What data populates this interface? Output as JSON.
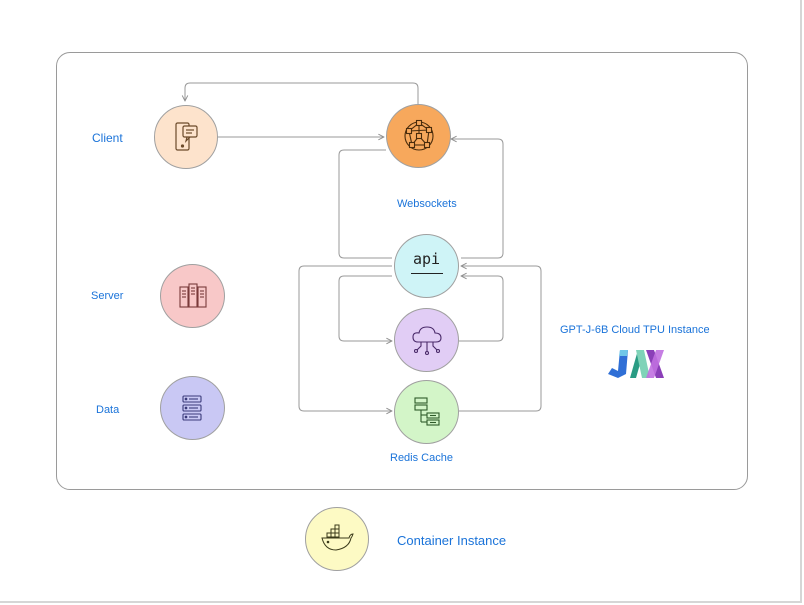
{
  "labels": {
    "client": "Client",
    "websockets": "Websockets",
    "server": "Server",
    "data": "Data",
    "redis": "Redis Cache",
    "tpu": "GPT-J-6B Cloud TPU Instance",
    "container": "Container Instance"
  },
  "api_node": {
    "text": "api"
  },
  "logo": {
    "name": "jax-logo",
    "text": "JAX"
  },
  "colors": {
    "accent_text": "#1a73d9",
    "edge": "#8c8c8c",
    "client": "#fde3cc",
    "websockets": "#f7a85c",
    "server": "#f8c8c8",
    "data": "#c9c8f4",
    "api": "#cff4f7",
    "cloud": "#e1cdf5",
    "redis": "#d3f5c8",
    "container": "#fdfac4"
  },
  "icons": {
    "client": "mobile-chat-icon",
    "websockets": "network-graph-icon",
    "server": "server-rack-icon",
    "data": "database-icon",
    "cloud": "cloud-network-icon",
    "redis": "storage-stack-icon",
    "container": "docker-whale-icon"
  }
}
